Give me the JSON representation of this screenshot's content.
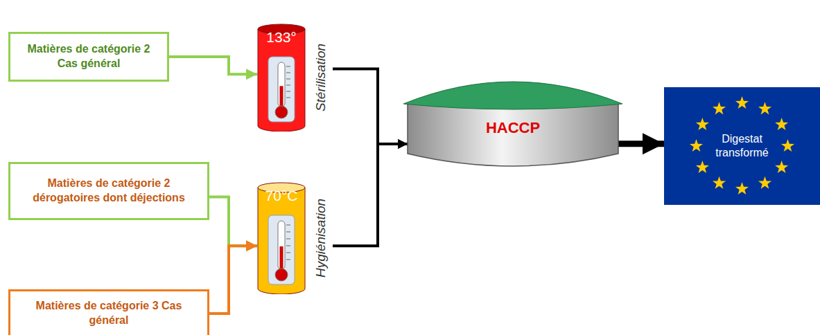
{
  "diagram": {
    "nodes": [
      {
        "text": [
          "Matières de catégorie 2 Cas général"
        ]
      },
      {
        "text": [
          "133°",
          "Stérilisation"
        ]
      },
      {
        "text": [
          "Matières de catégorie 2 dérogatoires dont déjections"
        ]
      },
      {
        "text": [
          "Matières de catégorie 3 Cas général"
        ]
      },
      {
        "text": [
          "70°C",
          "Hygiénisation"
        ]
      },
      {
        "text": [
          "HACCP"
        ]
      },
      {
        "text": [
          "Digestat transformé"
        ]
      }
    ],
    "edges": [
      {
        "from": 0,
        "to": 1,
        "arrow": "to"
      },
      {
        "from": 2,
        "to": 4,
        "arrow": "to"
      },
      {
        "from": 3,
        "to": 4,
        "arrow": "to"
      },
      {
        "from": 1,
        "to": 5,
        "arrow": "to"
      },
      {
        "from": 4,
        "to": 5,
        "arrow": "to"
      },
      {
        "from": 5,
        "to": 6,
        "arrow": "to"
      }
    ]
  }
}
